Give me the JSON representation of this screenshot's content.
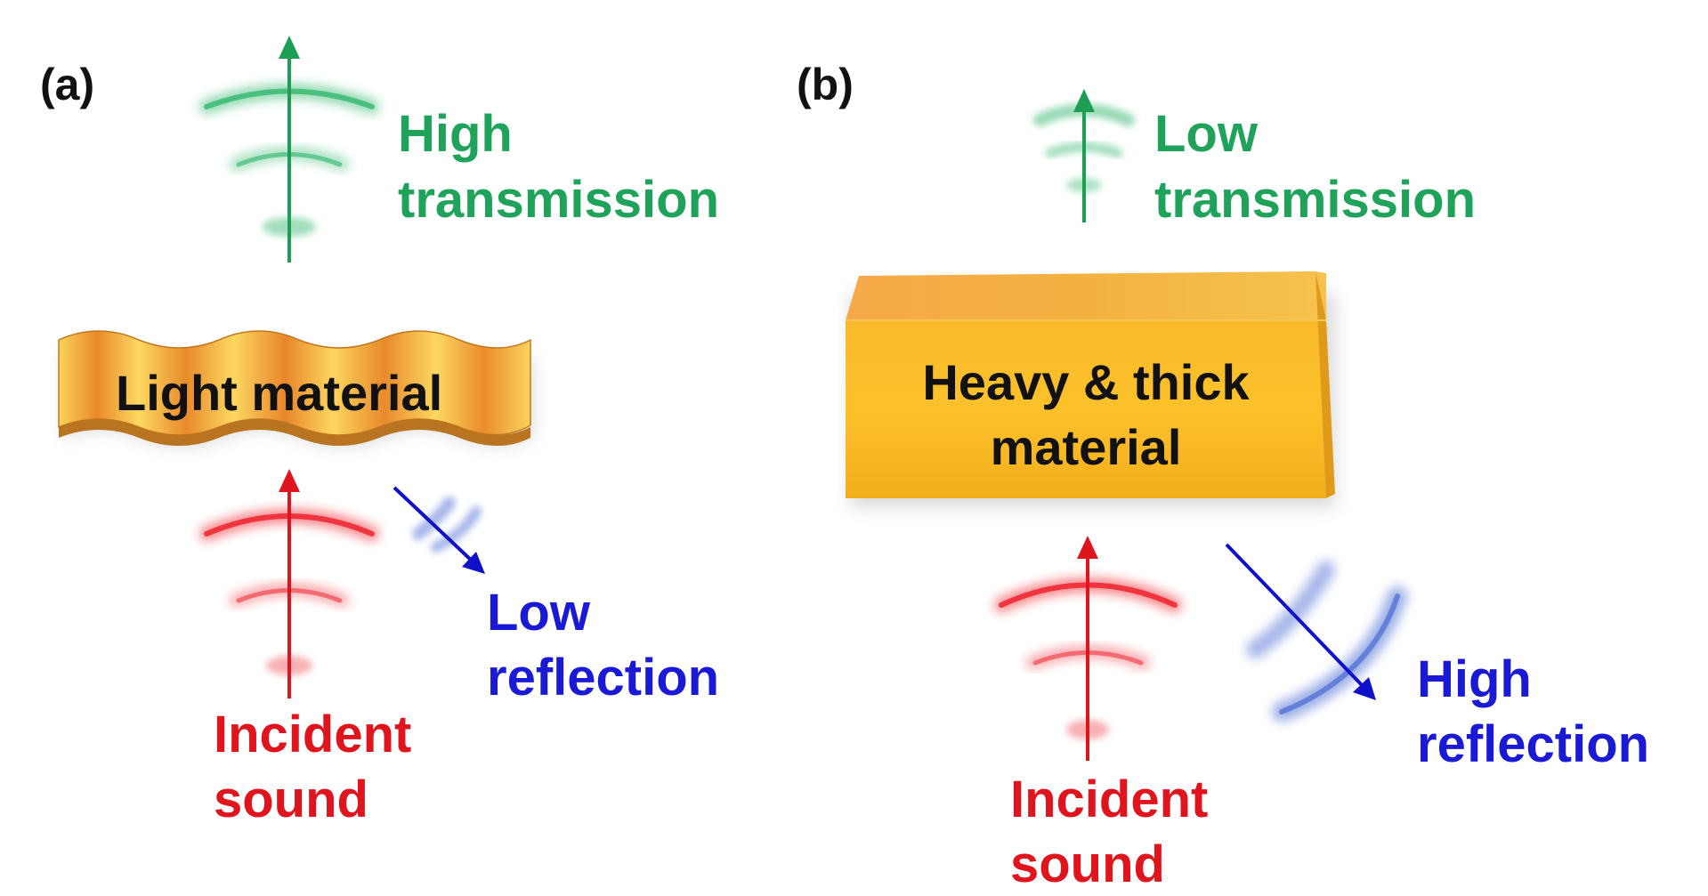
{
  "panel_a": {
    "tag": "(a)",
    "material": "Light material",
    "transmission": [
      "High",
      "transmission"
    ],
    "reflection": [
      "Low",
      "reflection"
    ],
    "incident": [
      "Incident",
      "sound"
    ]
  },
  "panel_b": {
    "tag": "(b)",
    "material": [
      "Heavy & thick",
      "material"
    ],
    "transmission": [
      "Low",
      "transmission"
    ],
    "reflection": [
      "High",
      "reflection"
    ],
    "incident": [
      "Incident",
      "sound"
    ]
  },
  "colors": {
    "transmission": "#1fa35a",
    "reflection": "#1a1ad6",
    "incident": "#e0141c",
    "material": "#f5b321"
  }
}
